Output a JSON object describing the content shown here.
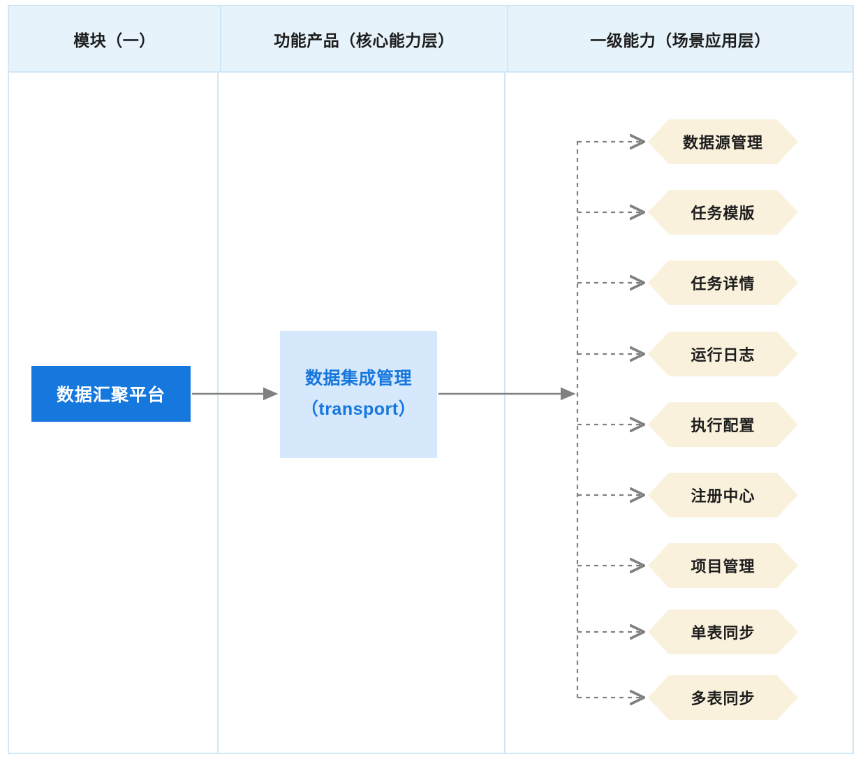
{
  "diagram": {
    "type": "capability-layer-table",
    "columns": [
      {
        "id": "module",
        "header": "模块（一）"
      },
      {
        "id": "function_product",
        "header": "功能产品（核心能力层）"
      },
      {
        "id": "first_level_capability",
        "header": "一级能力（场景应用层）"
      }
    ],
    "module": {
      "label": "数据汇聚平台",
      "fill": "#1677dd",
      "text_color": "#ffffff"
    },
    "product": {
      "line1": "数据集成管理",
      "line2": "（transport）",
      "fill": "#d6e8fb",
      "text_color": "#1677dd"
    },
    "capabilities": [
      {
        "label": "数据源管理"
      },
      {
        "label": "任务模版"
      },
      {
        "label": "任务详情"
      },
      {
        "label": "运行日志"
      },
      {
        "label": "执行配置"
      },
      {
        "label": "注册中心"
      },
      {
        "label": "项目管理"
      },
      {
        "label": "单表同步"
      },
      {
        "label": "多表同步"
      }
    ],
    "capability_style": {
      "fill": "#faf1dd",
      "text_color": "#1d1d1d",
      "shape": "hexagon"
    },
    "connectors": {
      "solid_color": "#808080",
      "dashed_color": "#808080",
      "module_to_product": "solid-arrow",
      "product_to_capabilities": "solid-arrow-then-dashed-branch"
    },
    "table_style": {
      "header_fill": "#e6f3fb",
      "border_color": "#cfe7f7",
      "header_text_color": "#1d1d1d",
      "background": "#ffffff"
    }
  }
}
